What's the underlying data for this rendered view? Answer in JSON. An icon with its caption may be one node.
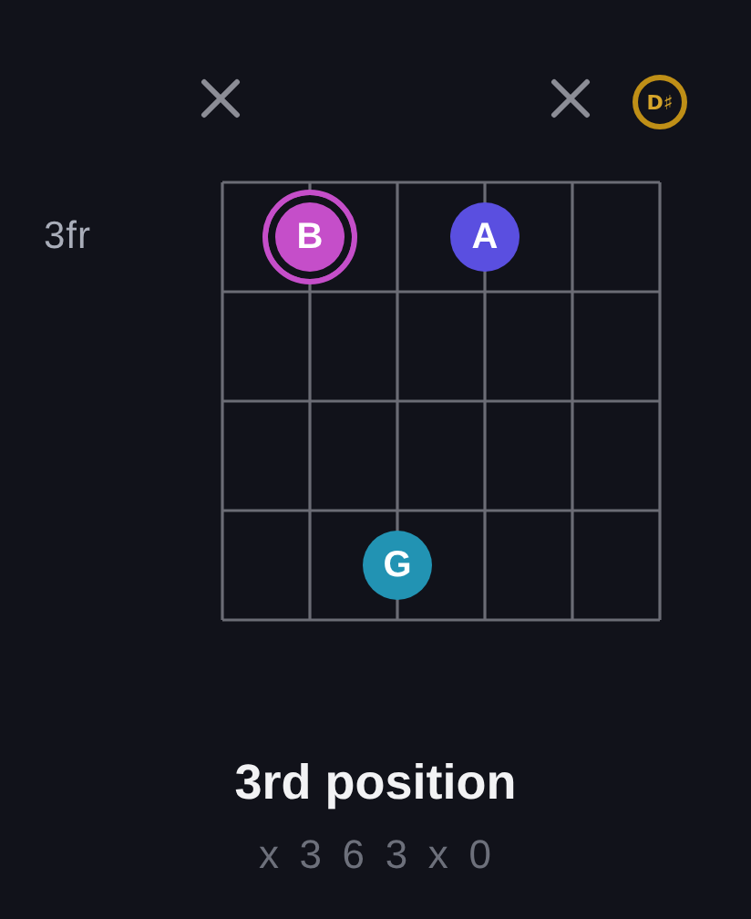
{
  "diagram": {
    "title": "3rd position",
    "nodes": [
      {
        "text": [
          "D♯"
        ]
      },
      {
        "text": [
          "B"
        ]
      },
      {
        "text": [
          "A"
        ]
      },
      {
        "text": [
          "G"
        ]
      }
    ],
    "labels": [
      "3fr",
      "x 3 6 3 x 0"
    ]
  }
}
